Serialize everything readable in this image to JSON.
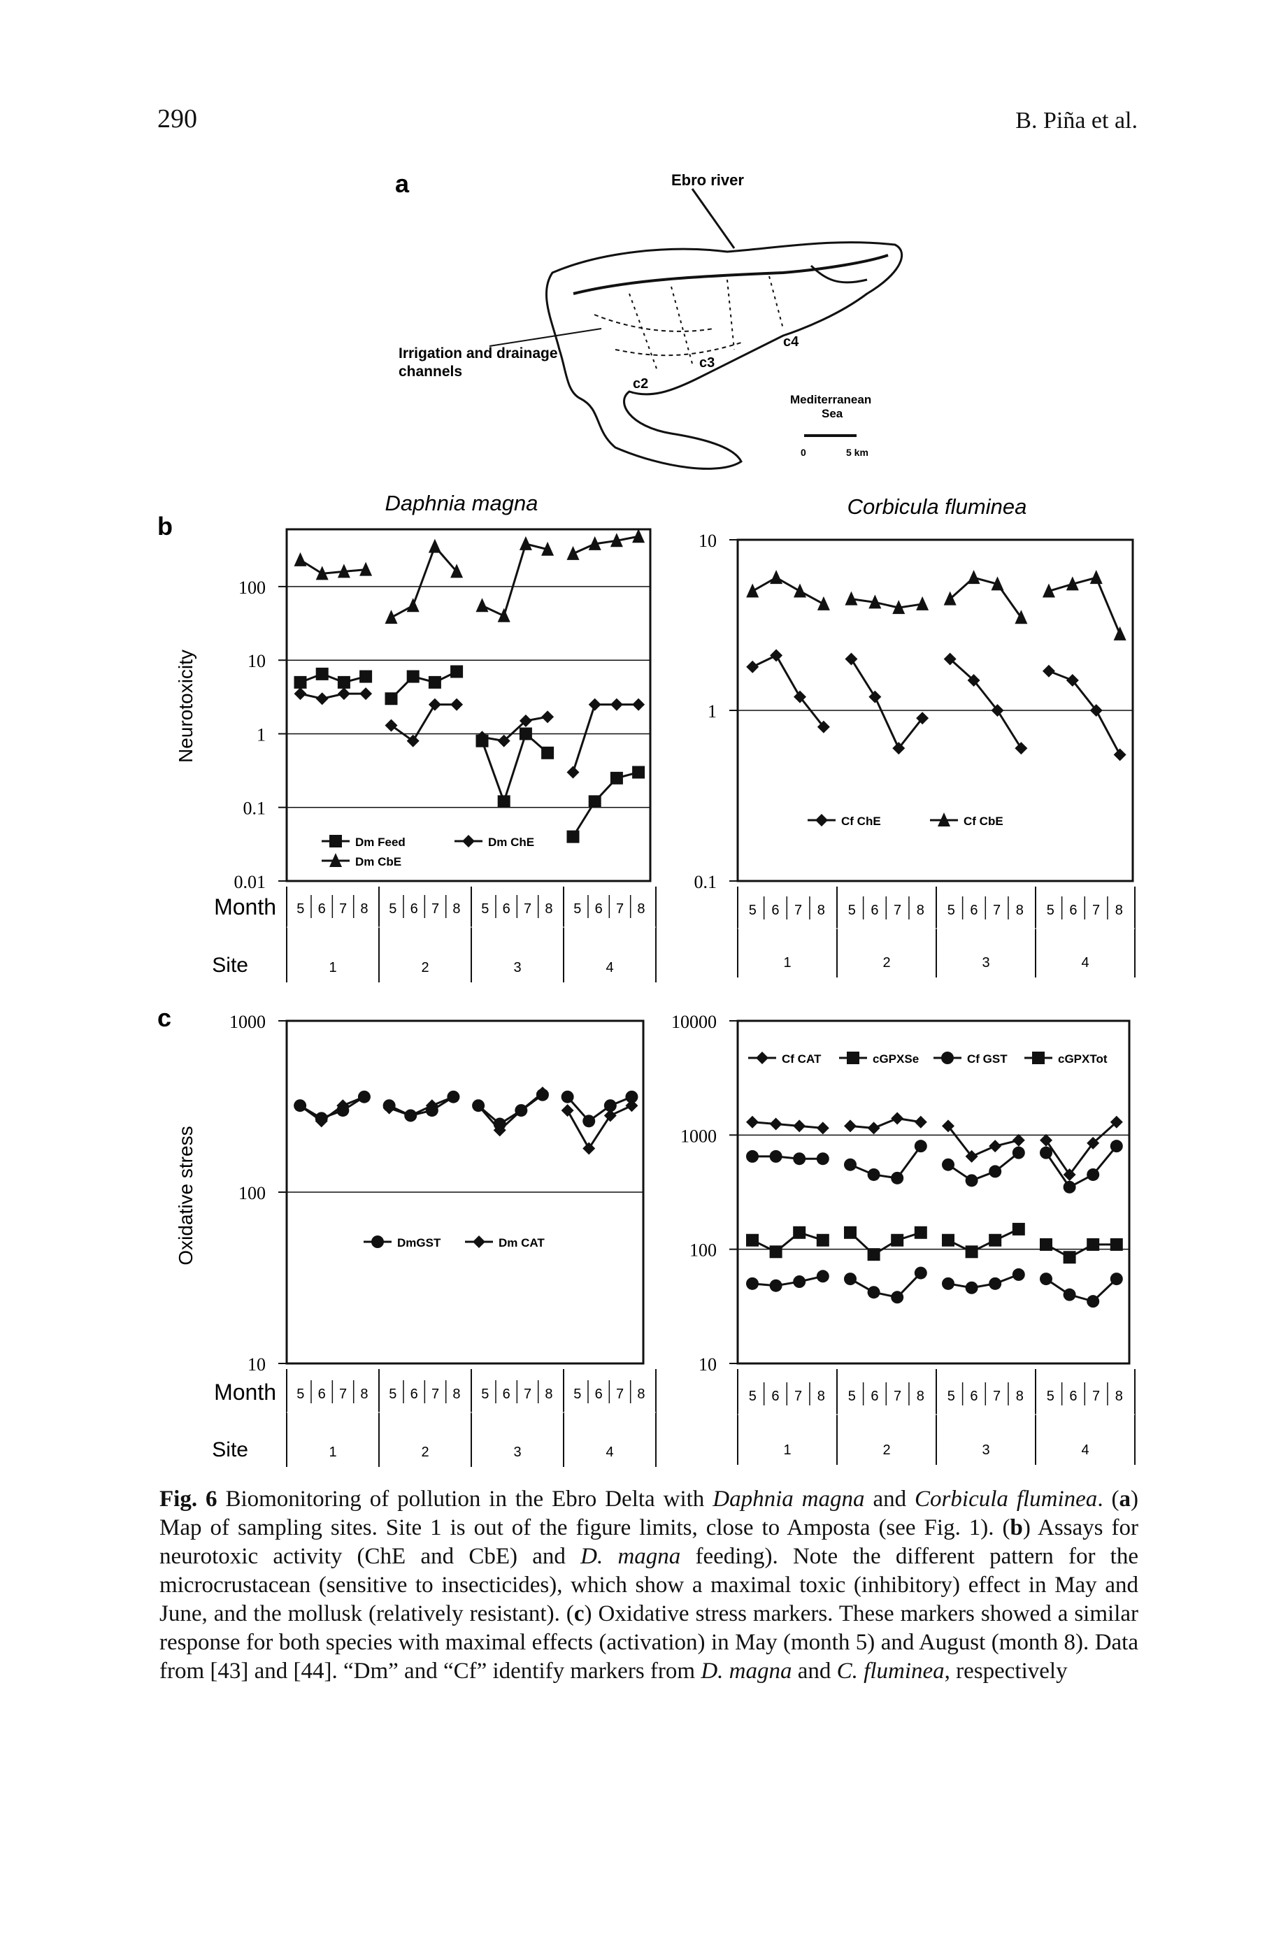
{
  "page": {
    "number": "290",
    "running_head": "B. Piña et al."
  },
  "map": {
    "panel_label": "a",
    "river_label": "Ebro river",
    "channels_label_1": "Irrigation and drainage",
    "channels_label_2": "channels",
    "site_labels": [
      "c2",
      "c3",
      "c4"
    ],
    "sea_label_1": "Mediterranean",
    "sea_label_2": "Sea",
    "scale_start": "0",
    "scale_end": "5 km"
  },
  "chart_data": [
    {
      "id": "b-left",
      "type": "line",
      "panel_label": "b",
      "title": "Daphnia magna",
      "ylabel": "Neurotoxicity",
      "ylog": true,
      "ylim": [
        0.01,
        600
      ],
      "yticks": [
        "100",
        "10",
        "1",
        "0.1",
        "0.01"
      ],
      "xlabel_row1": "Month",
      "xlabel_row2": "Site",
      "months": [
        "5",
        "6",
        "7",
        "8"
      ],
      "sites": [
        "1",
        "2",
        "3",
        "4"
      ],
      "legend": [
        {
          "name": "Dm Feed",
          "marker": "square"
        },
        {
          "name": "Dm ChE",
          "marker": "diamond"
        },
        {
          "name": "Dm CbE",
          "marker": "triangle"
        }
      ],
      "series": [
        {
          "name": "Dm CbE",
          "marker": "triangle",
          "values": [
            [
              230,
              150,
              160,
              170
            ],
            [
              38,
              55,
              350,
              160
            ],
            [
              55,
              40,
              380,
              320
            ],
            [
              280,
              380,
              420,
              480
            ]
          ]
        },
        {
          "name": "Dm Feed",
          "marker": "square",
          "values": [
            [
              5,
              6.5,
              5,
              6
            ],
            [
              3,
              6,
              5,
              7
            ],
            [
              0.8,
              0.12,
              1,
              0.55
            ],
            [
              0.04,
              0.12,
              0.25,
              0.3
            ]
          ]
        },
        {
          "name": "Dm ChE",
          "marker": "diamond",
          "values": [
            [
              3.5,
              3,
              3.5,
              3.5
            ],
            [
              1.3,
              0.8,
              2.5,
              2.5
            ],
            [
              0.9,
              0.8,
              1.5,
              1.7
            ],
            [
              0.3,
              2.5,
              2.5,
              2.5
            ]
          ]
        }
      ]
    },
    {
      "id": "b-right",
      "type": "line",
      "title": "Corbicula fluminea",
      "ylog": true,
      "ylim": [
        0.1,
        10
      ],
      "yticks": [
        "10",
        "1",
        "0.1"
      ],
      "months": [
        "5",
        "6",
        "7",
        "8"
      ],
      "sites": [
        "1",
        "2",
        "3",
        "4"
      ],
      "legend": [
        {
          "name": "Cf ChE",
          "marker": "diamond"
        },
        {
          "name": "Cf CbE",
          "marker": "triangle"
        }
      ],
      "series": [
        {
          "name": "Cf CbE",
          "marker": "triangle",
          "values": [
            [
              5,
              6,
              5,
              4.2
            ],
            [
              4.5,
              4.3,
              4,
              4.2
            ],
            [
              4.5,
              6,
              5.5,
              3.5
            ],
            [
              5,
              5.5,
              6,
              2.8
            ]
          ]
        },
        {
          "name": "Cf ChE",
          "marker": "diamond",
          "values": [
            [
              1.8,
              2.1,
              1.2,
              0.8
            ],
            [
              2,
              1.2,
              0.6,
              0.9
            ],
            [
              2,
              1.5,
              1,
              0.6
            ],
            [
              1.7,
              1.5,
              1,
              0.55
            ]
          ]
        }
      ]
    },
    {
      "id": "c-left",
      "type": "line",
      "panel_label": "c",
      "ylabel": "Oxidative stress",
      "ylog": true,
      "ylim": [
        10,
        1000
      ],
      "yticks": [
        "1000",
        "100",
        "10"
      ],
      "xlabel_row1": "Month",
      "xlabel_row2": "Site",
      "months": [
        "5",
        "6",
        "7",
        "8"
      ],
      "sites": [
        "1",
        "2",
        "3",
        "4"
      ],
      "legend": [
        {
          "name": "DmGST",
          "marker": "circle"
        },
        {
          "name": "Dm CAT",
          "marker": "diamond"
        }
      ],
      "series": [
        {
          "name": "DmGST",
          "marker": "circle",
          "values": [
            [
              320,
              270,
              300,
              360
            ],
            [
              320,
              280,
              300,
              360
            ],
            [
              320,
              250,
              300,
              370
            ],
            [
              360,
              260,
              320,
              360
            ]
          ]
        },
        {
          "name": "Dm CAT",
          "marker": "diamond",
          "values": [
            [
              320,
              260,
              320,
              360
            ],
            [
              310,
              280,
              320,
              360
            ],
            [
              320,
              230,
              300,
              380
            ],
            [
              300,
              180,
              280,
              320
            ]
          ]
        }
      ]
    },
    {
      "id": "c-right",
      "type": "line",
      "ylog": true,
      "ylim": [
        10,
        10000
      ],
      "yticks": [
        "10000",
        "1000",
        "100",
        "10"
      ],
      "months": [
        "5",
        "6",
        "7",
        "8"
      ],
      "sites": [
        "1",
        "2",
        "3",
        "4"
      ],
      "legend": [
        {
          "name": "Cf CAT",
          "marker": "diamond"
        },
        {
          "name": "cGPXSe",
          "marker": "square"
        },
        {
          "name": "Cf GST",
          "marker": "circle"
        },
        {
          "name": "cGPXTot",
          "marker": "square"
        }
      ],
      "series": [
        {
          "name": "Cf CAT",
          "marker": "diamond",
          "values": [
            [
              1300,
              1250,
              1200,
              1150
            ],
            [
              1200,
              1150,
              1400,
              1300
            ],
            [
              1200,
              650,
              800,
              900
            ],
            [
              900,
              450,
              850,
              1300
            ]
          ]
        },
        {
          "name": "Cf GST",
          "marker": "circle",
          "values": [
            [
              650,
              650,
              620,
              620
            ],
            [
              550,
              450,
              420,
              800
            ],
            [
              550,
              400,
              480,
              700
            ],
            [
              700,
              350,
              450,
              800
            ]
          ]
        },
        {
          "name": "cGPXSe",
          "marker": "square",
          "values": [
            [
              120,
              95,
              140,
              120
            ],
            [
              140,
              90,
              120,
              140
            ],
            [
              120,
              95,
              120,
              150
            ],
            [
              110,
              85,
              110,
              110
            ]
          ]
        },
        {
          "name": "cGPXTot",
          "marker": "circle",
          "values": [
            [
              50,
              48,
              52,
              58
            ],
            [
              55,
              42,
              38,
              62
            ],
            [
              50,
              46,
              50,
              60
            ],
            [
              55,
              40,
              35,
              55
            ]
          ]
        }
      ]
    }
  ],
  "caption": {
    "label": "Fig. 6",
    "text_1": " Biomonitoring of pollution in the Ebro Delta with ",
    "sp1": "Daphnia magna",
    "text_2": " and ",
    "sp2": "Corbicula fluminea",
    "text_3": ". (",
    "a": "a",
    "text_4": ") Map of sampling sites. Site 1 is out of the figure limits, close to Amposta (see Fig. 1). (",
    "b": "b",
    "text_5": ") Assays for neurotoxic activity (ChE and CbE) and ",
    "sp3": "D. magna",
    "text_6": " feeding). Note the different pattern for the microcrustacean (sensitive to insecticides), which show a maximal toxic (inhibitory) effect in May and June, and the mollusk (relatively resistant). (",
    "c": "c",
    "text_7": ") Oxidative stress markers. These markers showed a similar response for both species with maximal effects (activation) in May (month 5) and August (month 8). Data from [43] and [44]. “Dm” and “Cf” identify markers from ",
    "sp4": "D. magna",
    "text_8": " and ",
    "sp5": "C. fluminea",
    "text_9": ", respectively"
  }
}
